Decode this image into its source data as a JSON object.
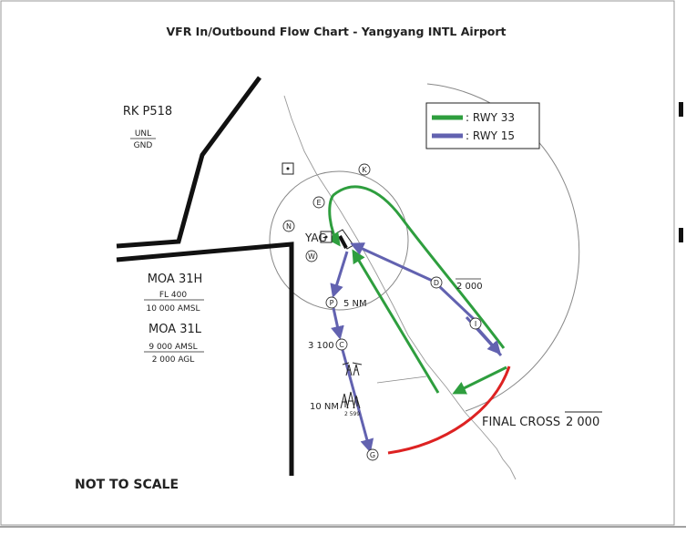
{
  "title": "VFR In/Outbound Flow Chart - Yangyang INTL Airport",
  "legend": [
    {
      "label": ": RWY 33",
      "color": "#2e9e3e"
    },
    {
      "label": ": RWY 15",
      "color": "#6262b0"
    }
  ],
  "prohibited_area": {
    "name": "RK P518",
    "upper": "UNL",
    "lower": "GND"
  },
  "moa_31h": {
    "name": "MOA 31H",
    "upper": "FL 400",
    "lower": "10 000 AMSL"
  },
  "moa_31l": {
    "name": "MOA 31L",
    "upper": "9 000 AMSL",
    "lower": "2 000 AGL"
  },
  "airport_label": "YAG",
  "waypoints": {
    "K": "K",
    "E": "E",
    "N": "N",
    "W": "W",
    "D": "D",
    "I": "I",
    "P": "P",
    "C": "C",
    "G": "G"
  },
  "labels": {
    "p_distance": "5 NM",
    "c_altitude": "3 100",
    "d_altitude": "2 000",
    "ten_nm": "10 NM",
    "obstacle_elevation": "2 599",
    "final_cross": "FINAL CROSS",
    "final_cross_altitude": "2 000",
    "not_to_scale": "NOT TO SCALE"
  },
  "colors": {
    "rwy33": "#2e9e3e",
    "rwy15": "#6262b0",
    "final": "#dd2222",
    "boundary": "#111111",
    "rings": "#888888"
  }
}
